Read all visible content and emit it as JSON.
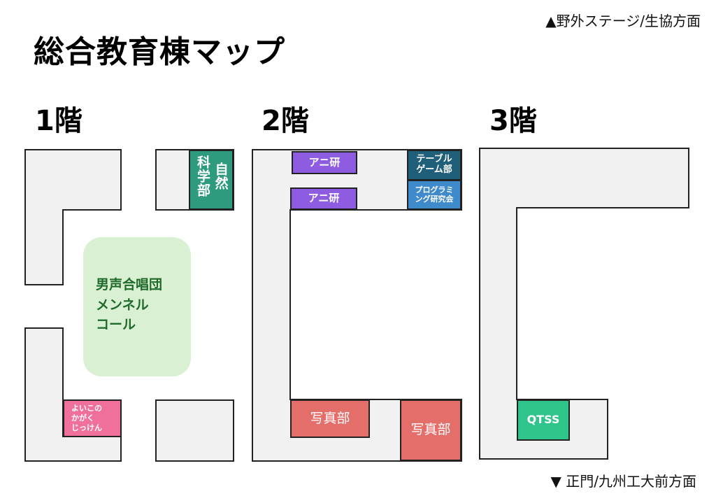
{
  "title": "総合教育棟マップ",
  "directions": {
    "north": "▲野外ステージ/生協方面",
    "south": "▼ 正門/九州工大前方面"
  },
  "floors": [
    {
      "label": "1階",
      "rooms": [
        {
          "name": "自然\n科学部",
          "col1": "科学部",
          "col2": "自然",
          "color": "#2e9a7e"
        },
        {
          "line1": "男声合唱団",
          "line2": "メンネル",
          "line3": "コール",
          "color": "#d9f0d3"
        },
        {
          "line1": "よいこの",
          "line2": "かがく",
          "line3": "じっけん",
          "color": "#f0709c"
        }
      ]
    },
    {
      "label": "2階",
      "rooms": [
        {
          "name": "アニ研",
          "color": "#8e5ce0"
        },
        {
          "name": "アニ研",
          "color": "#8e5ce0"
        },
        {
          "line1": "テーブル",
          "line2": "ゲーム部",
          "color": "#1f5f7a"
        },
        {
          "line1": "プログラミ",
          "line2": "ング研究会",
          "color": "#3e8acb"
        },
        {
          "name": "写真部",
          "color": "#e46f6a"
        },
        {
          "name": "写真部",
          "color": "#e46f6a"
        }
      ]
    },
    {
      "label": "3階",
      "rooms": [
        {
          "name": "QTSS",
          "color": "#2fc48a"
        }
      ]
    }
  ]
}
